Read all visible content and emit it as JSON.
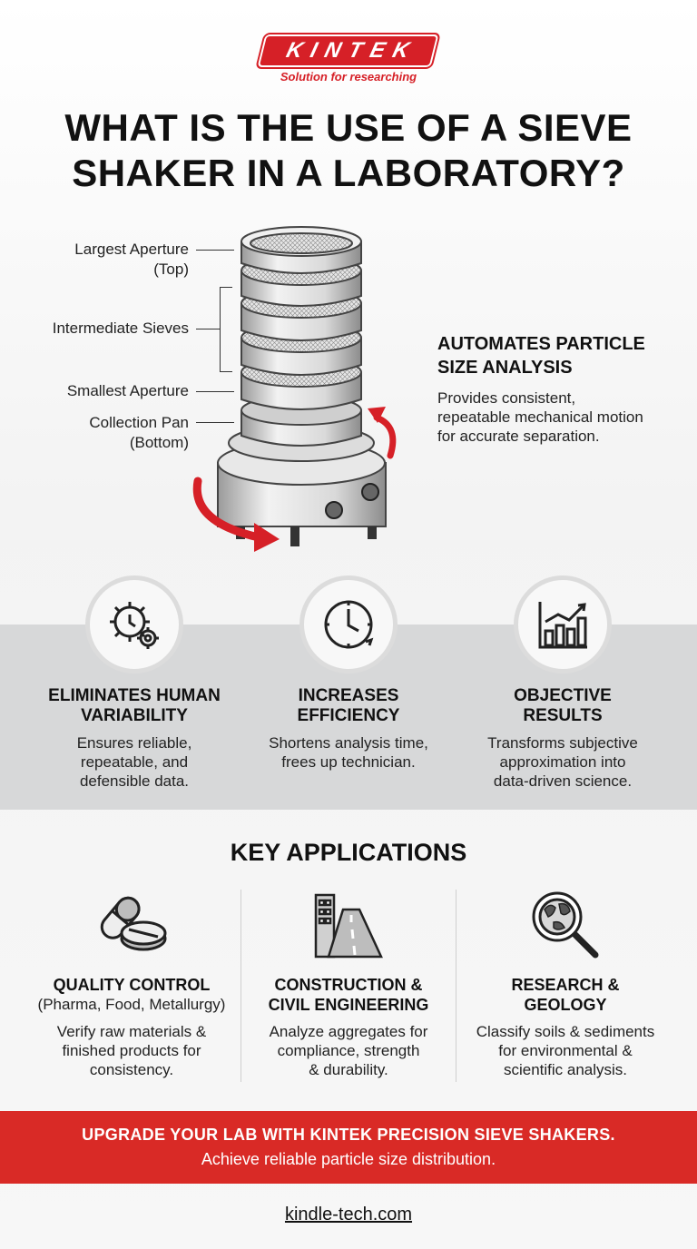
{
  "brand": {
    "logo_text": "KINTEK",
    "tagline": "Solution for researching",
    "accent_color": "#d62027"
  },
  "title": {
    "line1": "WHAT IS THE USE OF A SIEVE",
    "line2": "SHAKER IN A LABORATORY?"
  },
  "hero": {
    "labels": {
      "largest_1": "Largest Aperture",
      "largest_2": "(Top)",
      "intermediate": "Intermediate Sieves",
      "smallest": "Smallest Aperture",
      "pan_1": "Collection Pan",
      "pan_2": "(Bottom)"
    },
    "feature_title_1": "AUTOMATES PARTICLE",
    "feature_title_2": "SIZE ANALYSIS",
    "feature_desc_1": "Provides consistent,",
    "feature_desc_2": "repeatable mechanical motion",
    "feature_desc_3": "for accurate separation."
  },
  "benefits": [
    {
      "icon": "gear-clock-icon",
      "title_1": "ELIMINATES HUMAN",
      "title_2": "VARIABILITY",
      "desc_1": "Ensures reliable,",
      "desc_2": "repeatable, and",
      "desc_3": "defensible data."
    },
    {
      "icon": "clock-icon",
      "title_1": "INCREASES",
      "title_2": "EFFICIENCY",
      "desc_1": "Shortens analysis time,",
      "desc_2": "frees up technician.",
      "desc_3": ""
    },
    {
      "icon": "chart-icon",
      "title_1": "OBJECTIVE",
      "title_2": "RESULTS",
      "desc_1": "Transforms subjective",
      "desc_2": "approximation into",
      "desc_3": "data-driven science."
    }
  ],
  "applications": {
    "heading": "KEY APPLICATIONS",
    "items": [
      {
        "icon": "pills-icon",
        "title_1": "QUALITY CONTROL",
        "title_2": "(Pharma, Food, Metallurgy)",
        "desc_1": "Verify raw materials &",
        "desc_2": "finished products for",
        "desc_3": "consistency."
      },
      {
        "icon": "road-building-icon",
        "title_1": "CONSTRUCTION &",
        "title_2": "CIVIL ENGINEERING",
        "desc_1": "Analyze aggregates for",
        "desc_2": "compliance, strength",
        "desc_3": "& durability."
      },
      {
        "icon": "globe-magnifier-icon",
        "title_1": "RESEARCH &",
        "title_2": "GEOLOGY",
        "desc_1": "Classify soils & sediments",
        "desc_2": "for environmental &",
        "desc_3": "scientific analysis."
      }
    ]
  },
  "cta": {
    "line1": "UPGRADE YOUR LAB WITH KINTEK PRECISION SIEVE SHAKERS.",
    "line2": "Achieve reliable particle size distribution.",
    "color": "#d92a26"
  },
  "footer": {
    "link": "kindle-tech.com"
  }
}
